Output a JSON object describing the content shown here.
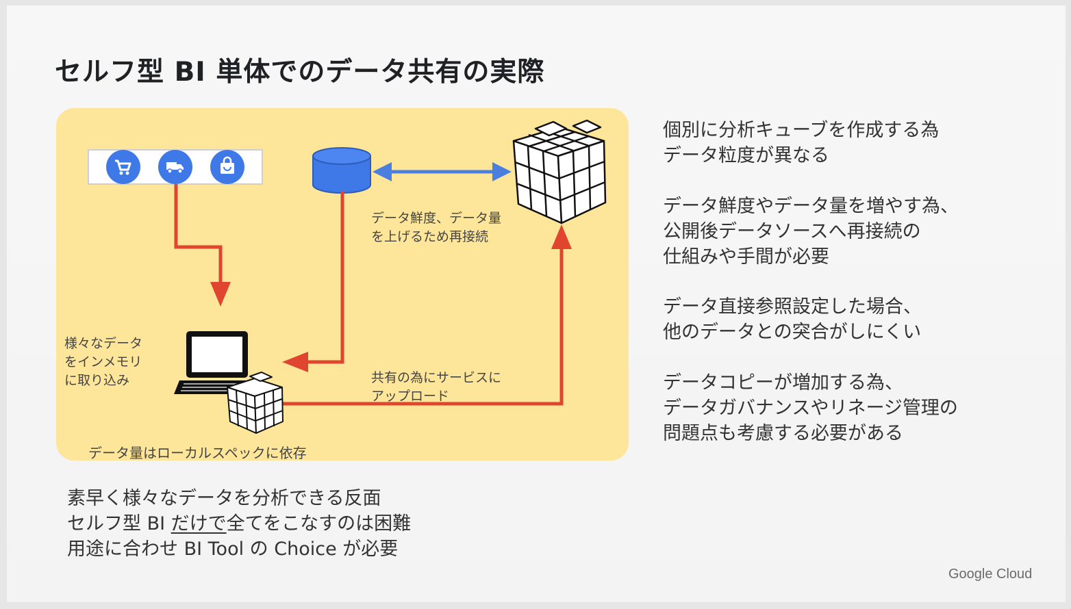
{
  "title": "セルフ型 BI 単体でのデータ共有の実際",
  "diagram": {
    "label_import": [
      "様々なデータ",
      "をインメモリ",
      "に取り込み"
    ],
    "label_reconnect": [
      "データ鮮度、データ量",
      "を上げるため再接続"
    ],
    "label_upload": [
      "共有の為にサービスに",
      "アップロード"
    ],
    "label_local": "データ量はローカルスペックに依存",
    "icons": [
      "cart-icon",
      "truck-icon",
      "shopping-bag-icon",
      "database-icon",
      "laptop-icon",
      "cube-icon"
    ],
    "colors": {
      "panel": "#fde59a",
      "arrow_red": "#e0452f",
      "arrow_blue": "#4a7fe0",
      "icon_blue": "#3f79e8"
    }
  },
  "right_points": [
    [
      "個別に分析キューブを作成する為",
      "データ粒度が異なる"
    ],
    [
      "データ鮮度やデータ量を増やす為、",
      "公開後データソースへ再接続の",
      "仕組みや手間が必要"
    ],
    [
      "データ直接参照設定した場合、",
      "他のデータとの突合がしにくい"
    ],
    [
      "データコピーが増加する為、",
      "データガバナンスやリネージ管理の",
      "問題点も考慮する必要がある"
    ]
  ],
  "bottom": {
    "line1": "素早く様々なデータを分析できる反面",
    "line2_pre": "セルフ型 BI ",
    "line2_underlined": "だけで",
    "line2_post": "全てをこなすのは困難",
    "line3": "用途に合わせ BI Tool の Choice が必要"
  },
  "brand": "Google Cloud"
}
